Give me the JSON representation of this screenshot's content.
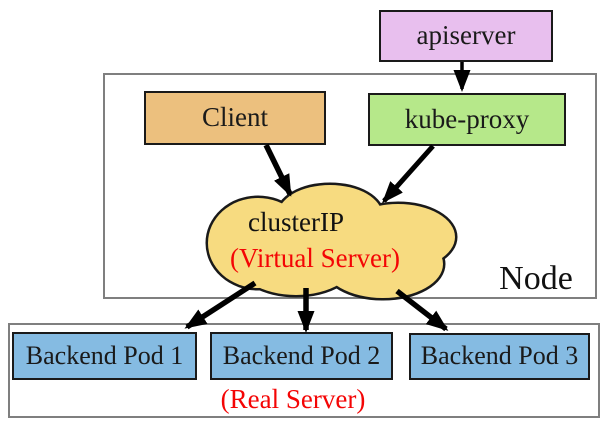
{
  "diagram": {
    "apiserver": {
      "label": "apiserver",
      "fill": "#e8bfee"
    },
    "client": {
      "label": "Client",
      "fill": "#ecc07e"
    },
    "kube_proxy": {
      "label": "kube-proxy",
      "fill": "#b6e88a"
    },
    "cluster_ip": {
      "label": "clusterIP",
      "sublabel": "(Virtual Server)",
      "fill": "#f7db80"
    },
    "node": {
      "label": "Node"
    },
    "pods": [
      {
        "label": "Backend Pod 1"
      },
      {
        "label": "Backend Pod 2"
      },
      {
        "label": "Backend Pod 3"
      }
    ],
    "pod_fill": "#85bbe2",
    "real_server_label": "(Real Server)",
    "colors": {
      "red_text": "#f40505",
      "box_outline": "#1a1a1a",
      "outer_box_border": "#7f7f7f",
      "arrow": "#000000"
    },
    "edges": [
      {
        "from": "apiserver",
        "to": "kube-proxy"
      },
      {
        "from": "Client",
        "to": "clusterIP"
      },
      {
        "from": "kube-proxy",
        "to": "clusterIP"
      },
      {
        "from": "clusterIP",
        "to": "Backend Pod 1"
      },
      {
        "from": "clusterIP",
        "to": "Backend Pod 2"
      },
      {
        "from": "clusterIP",
        "to": "Backend Pod 3"
      }
    ]
  }
}
